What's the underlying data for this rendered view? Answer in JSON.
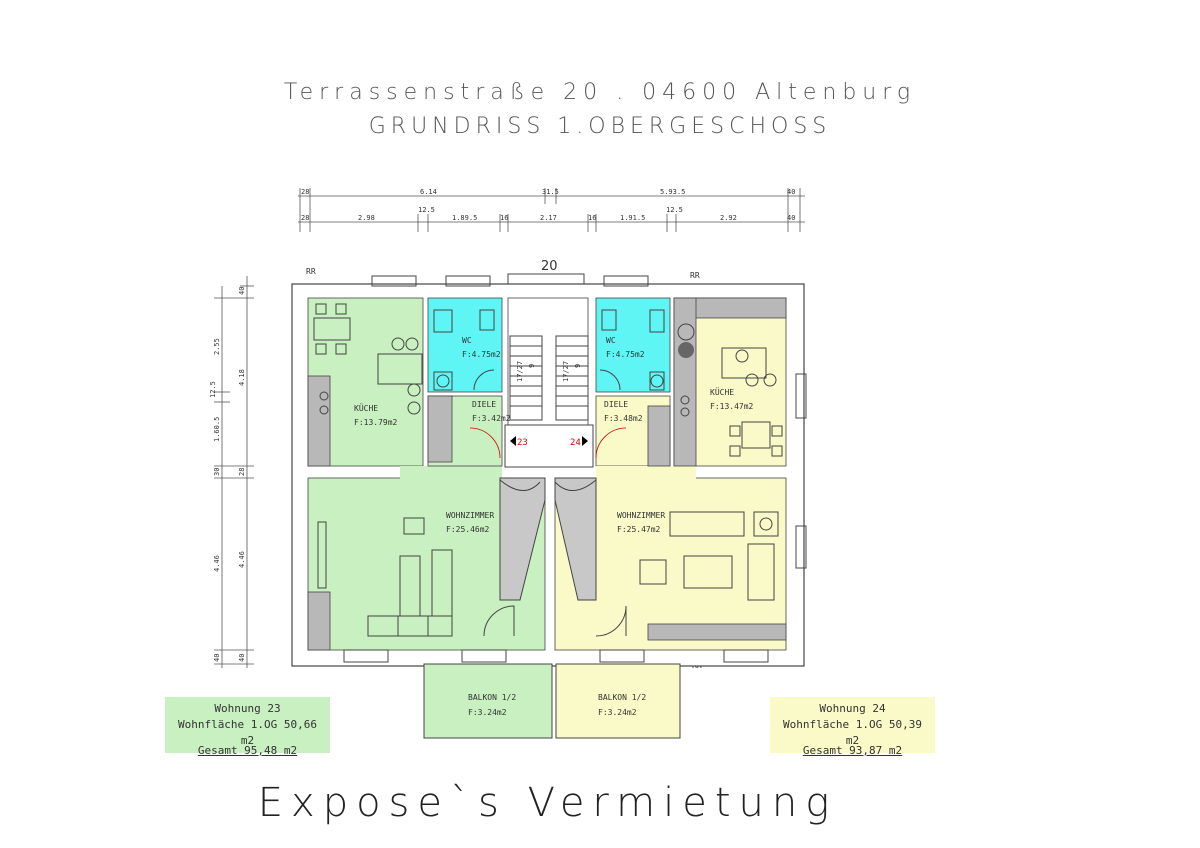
{
  "header": {
    "address": "Terrassenstraße 20 . 04600 Altenburg",
    "title": "GRUNDRISS 1.OBERGESCHOSS"
  },
  "house_number": "20",
  "dimensions_top_1": [
    "28",
    "6.14",
    "31.5",
    "5.93.5",
    "40"
  ],
  "dimensions_top_2": [
    "28",
    "2.98",
    "12.5",
    "1.89.5",
    "16",
    "2.17",
    "16",
    "1.91.5",
    "12.5",
    "2.92",
    "40"
  ],
  "dimensions_left_1": [
    "2.55",
    "12.5",
    "1.60.5",
    "30",
    "4.46",
    "40"
  ],
  "dimensions_left_2": [
    "40",
    "4.18",
    "28",
    "4.46",
    "40"
  ],
  "markers": {
    "rr_1": "RR",
    "rr_2": "RR",
    "rr_3": "RR"
  },
  "rooms": {
    "kueche_left": {
      "name": "KÜCHE",
      "area": "F:13.79m2"
    },
    "wc_left": {
      "name": "WC",
      "area": "F:4.75m2"
    },
    "diele_left": {
      "name": "DIELE",
      "area": "F:3.42m2"
    },
    "wohn_left": {
      "name": "WOHNZIMMER",
      "area": "F:25.46m2"
    },
    "wc_right": {
      "name": "WC",
      "area": "F:4.75m2"
    },
    "diele_right": {
      "name": "DIELE",
      "area": "F:3.48m2"
    },
    "kueche_right": {
      "name": "KÜCHE",
      "area": "F:13.47m2"
    },
    "wohn_right": {
      "name": "WOHNZIMMER",
      "area": "F:25.47m2"
    },
    "balkon_left": {
      "name": "BALKON 1/2",
      "area": "F:3.24m2"
    },
    "balkon_right": {
      "name": "BALKON 1/2",
      "area": "F:3.24m2"
    }
  },
  "stairs": {
    "label_1": "17/27",
    "label_2": "9",
    "label_3": "17/27",
    "label_4": "9"
  },
  "door_numbers": {
    "left": "23",
    "right": "24"
  },
  "units": {
    "left": {
      "title": "Wohnung 23",
      "area": "Wohnfläche 1.OG  50,66 m2",
      "total": "Gesamt 95,48 m2"
    },
    "right": {
      "title": "Wohnung 24",
      "area": "Wohnfläche 1.OG  50,39 m2",
      "total": "Gesamt 93,87 m2"
    }
  },
  "colors": {
    "green": "#c8f0c0",
    "yellow": "#fafac8",
    "cyan": "#5ff5f5",
    "counter": "#b8b8b8"
  },
  "footer": "Expose`s Vermietung"
}
